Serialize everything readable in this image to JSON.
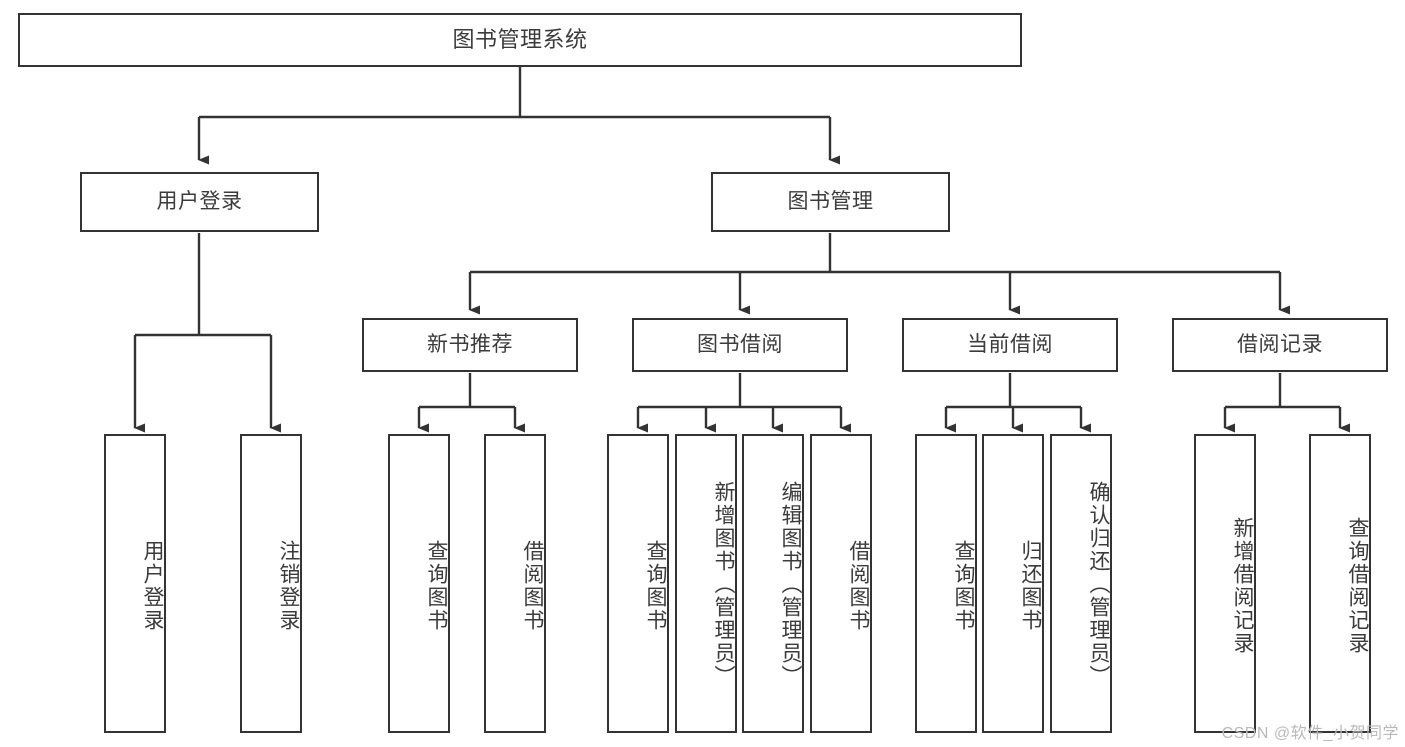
{
  "diagram": {
    "title": "图书管理系统",
    "type": "tree-hierarchy-diagram",
    "colors": {
      "border": "#333333",
      "text": "#3b3b3b",
      "background": "#ffffff",
      "edge": "#333333",
      "watermark": "#b9b9b9"
    },
    "watermark": "CSDN @软件_小贺同学"
  },
  "nodes": {
    "root": {
      "label": "图书管理系统"
    },
    "level1": [
      {
        "label": "用户登录"
      },
      {
        "label": "图书管理"
      }
    ],
    "level2": [
      {
        "label": "新书推荐"
      },
      {
        "label": "图书借阅"
      },
      {
        "label": "当前借阅"
      },
      {
        "label": "借阅记录"
      }
    ],
    "leaves": {
      "user_login": [
        {
          "label": "用户登录"
        },
        {
          "label": "注销登录"
        }
      ],
      "new_book_recommend": [
        {
          "label": "查询图书"
        },
        {
          "label": "借阅图书"
        }
      ],
      "book_borrow": [
        {
          "label": "查询图书"
        },
        {
          "label": "新增图书（管理员）"
        },
        {
          "label": "编辑图书（管理员）"
        },
        {
          "label": "借阅图书"
        }
      ],
      "current_borrow": [
        {
          "label": "查询图书"
        },
        {
          "label": "归还图书"
        },
        {
          "label": "确认归还（管理员）"
        }
      ],
      "borrow_record": [
        {
          "label": "新增借阅记录"
        },
        {
          "label": "查询借阅记录"
        }
      ]
    }
  }
}
